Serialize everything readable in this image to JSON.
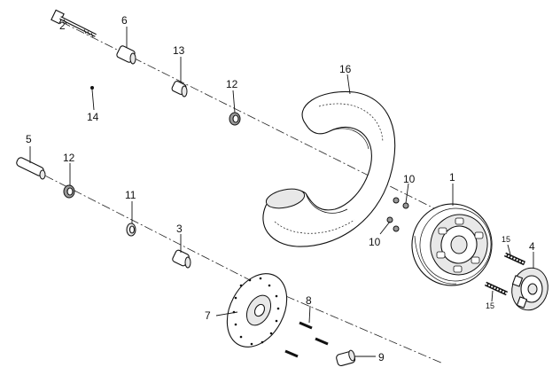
{
  "diagram": {
    "type": "exploded-parts-view",
    "callouts": [
      {
        "id": "c1",
        "label": "1"
      },
      {
        "id": "c2",
        "label": "2"
      },
      {
        "id": "c3",
        "label": "3"
      },
      {
        "id": "c4",
        "label": "4"
      },
      {
        "id": "c5",
        "label": "5"
      },
      {
        "id": "c6",
        "label": "6"
      },
      {
        "id": "c7",
        "label": "7"
      },
      {
        "id": "c8",
        "label": "8"
      },
      {
        "id": "c9",
        "label": "9"
      },
      {
        "id": "c10a",
        "label": "10"
      },
      {
        "id": "c10b",
        "label": "10"
      },
      {
        "id": "c11",
        "label": "11"
      },
      {
        "id": "c12a",
        "label": "12"
      },
      {
        "id": "c12b",
        "label": "12"
      },
      {
        "id": "c13",
        "label": "13"
      },
      {
        "id": "c14",
        "label": "14"
      },
      {
        "id": "c15a",
        "label": "15"
      },
      {
        "id": "c15b",
        "label": "15"
      },
      {
        "id": "c16",
        "label": "16"
      }
    ]
  }
}
